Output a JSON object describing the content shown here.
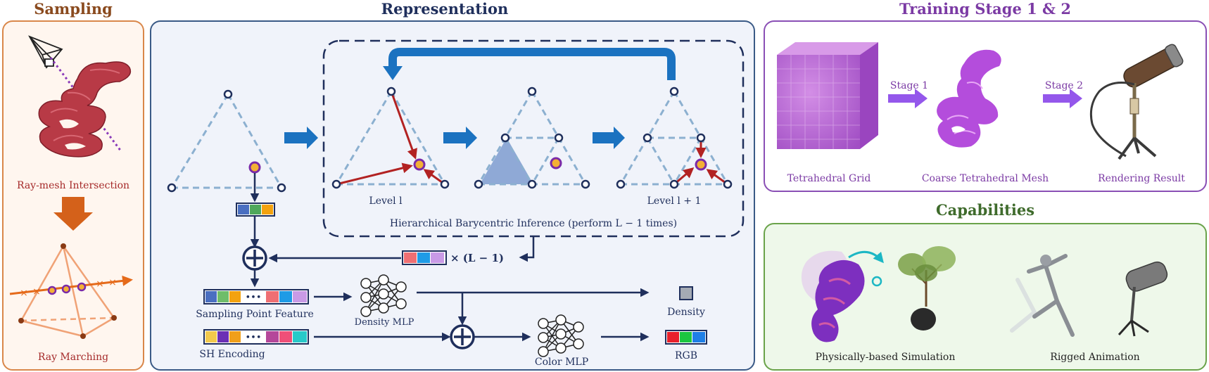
{
  "sections": {
    "sampling": "Sampling",
    "representation": "Representation",
    "training": "Training Stage 1 & 2",
    "capabilities": "Capabilities"
  },
  "sampling": {
    "intersection_label": "Ray-mesh Intersection",
    "marching_label": "Ray Marching"
  },
  "representation": {
    "level_l": "Level l",
    "level_l1": "Level l + 1",
    "hbi_label": "Hierarchical Barycentric Inference (perform L − 1 times)",
    "times_label": "× (L − 1)",
    "dots": "•••",
    "sampling_feature": "Sampling Point Feature",
    "sh_encoding": "SH Encoding",
    "density_mlp": "Density MLP",
    "color_mlp": "Color MLP",
    "density_out": "Density",
    "rgb_out": "RGB"
  },
  "training": {
    "stage1": "Stage 1",
    "stage2": "Stage 2",
    "grid": "Tetrahedral Grid",
    "coarse_mesh": "Coarse Tetrahedral Mesh",
    "result": "Rendering Result"
  },
  "capabilities": {
    "simulation": "Physically-based Simulation",
    "animation": "Rigged Animation"
  },
  "colors": {
    "sampling_border": "#d9874a",
    "sampling_bg": "#fff6ef",
    "repr_border": "#3a5a86",
    "repr_bg": "#f0f3fa",
    "train_border": "#8a4fb5",
    "train_bg": "#ffffff",
    "cap_border": "#6aa34a",
    "cap_bg": "#eef8ea",
    "dark_navy": "#1f2f5c",
    "blue_arrow": "#1b72c0",
    "red_arrow": "#b22222",
    "dashed_blue": "#8cb0d0",
    "purple": "#9b30d9",
    "orange": "#e07a2a"
  }
}
